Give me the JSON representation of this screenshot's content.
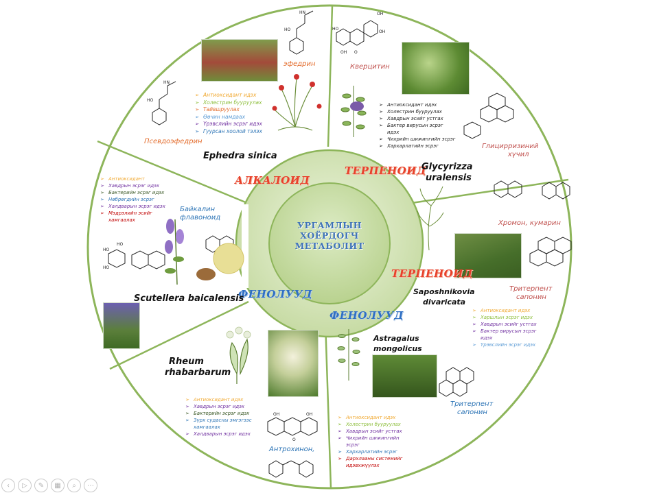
{
  "center": {
    "line1": "УРГАМЛЫН",
    "line2": "ХОЁРДОГЧ",
    "line3": "МЕТАБОЛИТ"
  },
  "classes": {
    "alkaloid": "АЛКАЛОИД",
    "terpenoid_top": "ТЕРПЕНОИД",
    "terpenoid_right": "ТЕРПЕНОИД",
    "phenol_left": "ФЕНОЛУУД",
    "phenol_bottom": "ФЕНОЛУУД"
  },
  "sections": {
    "ephedra": {
      "plant": "Ephedra sinica",
      "compound1": "эфедрин",
      "compound2": "Псевдоэфедрин",
      "effects": [
        {
          "text": "Антиоксидант идэх",
          "color": "#f0a830"
        },
        {
          "text": "Холестрин бууруулах",
          "color": "#8fbf3f"
        },
        {
          "text": "Тайвшруулах",
          "color": "#e36c2c"
        },
        {
          "text": "Өөчин намдаах",
          "color": "#5b9bd5"
        },
        {
          "text": "Үрэвслийн эсрэг идэх",
          "color": "#7030a0"
        },
        {
          "text": "Гуурсан хоолой тэлэх",
          "color": "#2e75b6"
        }
      ]
    },
    "glycyrrhiza": {
      "plant_line1": "Glycyrizza",
      "plant_line2": "uralensis",
      "compound1": "Кверцитин",
      "compound2_line1": "Глицирризиний",
      "compound2_line2": "хүчил",
      "effects": [
        {
          "text": "Антиоксидант идэх",
          "color": "#222222"
        },
        {
          "text": "Холестрин бууруулах",
          "color": "#222222"
        },
        {
          "text": "Хавдрын эсийг устгах",
          "color": "#222222"
        },
        {
          "text": "Бактер вирусын эсрэг",
          "color": "#222222"
        },
        {
          "text": "идэх",
          "color": "#222222",
          "nomark": true
        },
        {
          "text": "Чихрийн шижингийн эсрэг",
          "color": "#222222"
        },
        {
          "text": "Хархарлатийн эсрэг",
          "color": "#222222"
        }
      ]
    },
    "saposhnikovia": {
      "plant_line1": "Saposhnikovia",
      "plant_line2": "divaricata",
      "compound1": "Хромон, кумарин",
      "compound2_line1": "Тритерпент",
      "compound2_line2": "сапонин",
      "effects": [
        {
          "text": "Антиоксидант идэх",
          "color": "#f0a830"
        },
        {
          "text": "Харшлын эсрэг идэх",
          "color": "#8fbf3f"
        },
        {
          "text": "Хавдрын эсийг устгах",
          "color": "#7030a0"
        },
        {
          "text": "Бактер вирусын эсрэг",
          "color": "#7030a0"
        },
        {
          "text": "идэх",
          "color": "#7030a0",
          "nomark": true
        },
        {
          "text": "Үрэвслийн эсрэг идэх",
          "color": "#5b9bd5"
        }
      ]
    },
    "astragalus": {
      "plant_line1": "Astragalus",
      "plant_line2": "mongolicus",
      "compound1_line1": "Тритерпент",
      "compound1_line2": "сапонин",
      "effects": [
        {
          "text": "Антиоксидант идэх",
          "color": "#f0a830"
        },
        {
          "text": "Холестрин бууруулах",
          "color": "#8fbf3f"
        },
        {
          "text": "Хавдрын эсийг устгах",
          "color": "#7030a0"
        },
        {
          "text": "Чихрийн шижингийн",
          "color": "#7030a0"
        },
        {
          "text": "эсрэг",
          "color": "#7030a0",
          "nomark": true
        },
        {
          "text": "Хархарлатийн эсрэг",
          "color": "#2e75b6"
        },
        {
          "text": "Дархлааны системийг",
          "color": "#c00000"
        },
        {
          "text": "идэвхжүүлэх",
          "color": "#c00000",
          "nomark": true
        }
      ]
    },
    "rheum": {
      "plant_line1": "Rheum",
      "plant_line2": "rhabarbarum",
      "compound1": "Антрохинон,",
      "effects": [
        {
          "text": "Антиоксидант идэх",
          "color": "#f0a830"
        },
        {
          "text": "Хавдрын эсрэг идэх",
          "color": "#7030a0"
        },
        {
          "text": "Бактерийн эсрэг идэх",
          "color": "#375623"
        },
        {
          "text": "Зүрх судасны эмгэгээс",
          "color": "#2e75b6"
        },
        {
          "text": "хамгаалах",
          "color": "#2e75b6",
          "nomark": true
        },
        {
          "text": "Халдварын эсрэг идэх",
          "color": "#7030a0"
        }
      ]
    },
    "scutellaria": {
      "plant": "Scutellera baicalensis",
      "compound1_line1": "Байкалин",
      "compound1_line2": "флавоноид",
      "effects": [
        {
          "text": "Антиоксидант",
          "color": "#f0a830"
        },
        {
          "text": "Хавдрын эсрэг идэх",
          "color": "#7030a0"
        },
        {
          "text": "Бактерийн эсрэг идэх",
          "color": "#375623"
        },
        {
          "text": "Нөбрөгдийн эсрэг",
          "color": "#2e75b6"
        },
        {
          "text": "Халдварын эсрэг идэх",
          "color": "#7030a0"
        },
        {
          "text": "Мэдрэлийн эсийг",
          "color": "#c00000"
        },
        {
          "text": "хамгаалах",
          "color": "#c00000",
          "nomark": true
        }
      ]
    }
  },
  "toolbar": [
    "prev-icon",
    "play-icon",
    "pen-icon",
    "slides-icon",
    "zoom-icon",
    "more-icon"
  ],
  "colors": {
    "ring": "#8db55a",
    "center_fill": "#dde9c6",
    "inner_fill": "#c9dca8",
    "class_red": "#e8402a",
    "class_blue": "#2e6fc4"
  }
}
